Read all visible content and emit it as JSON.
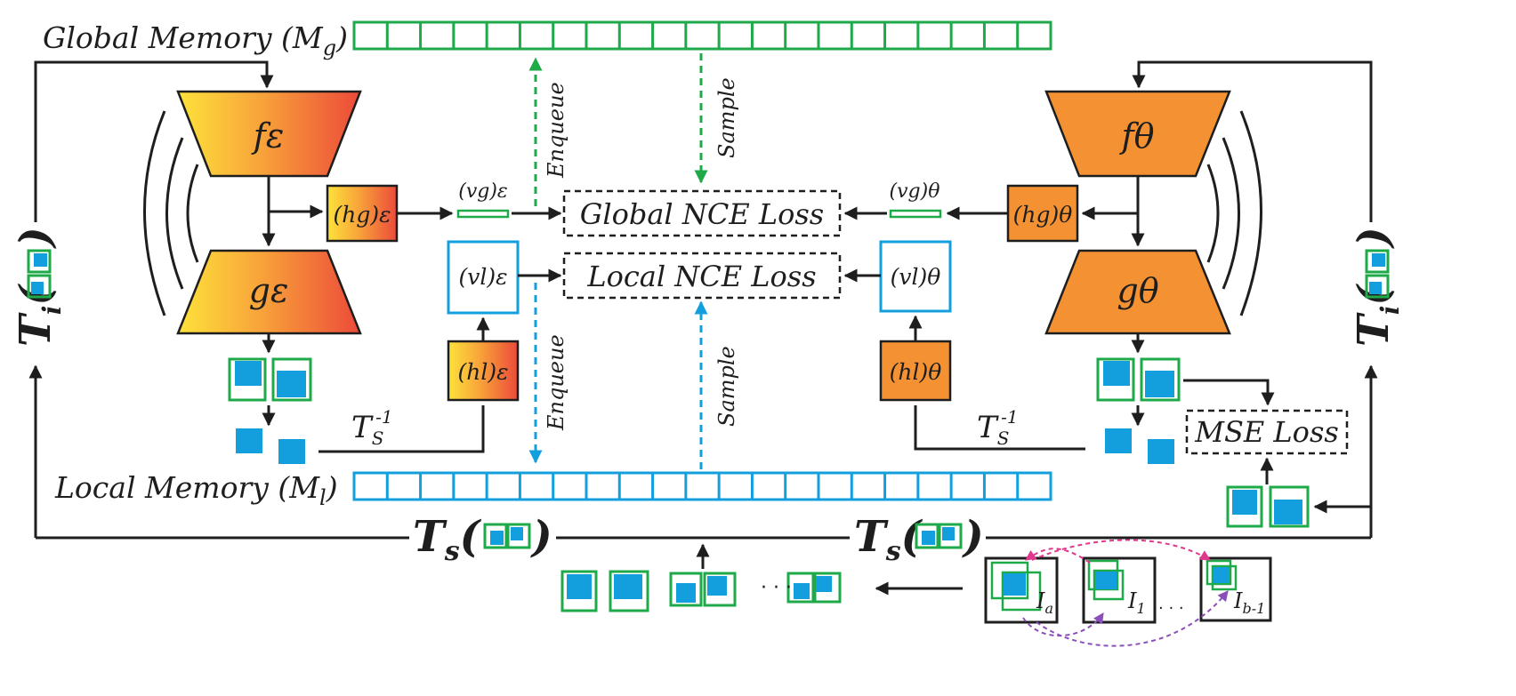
{
  "memory": {
    "global_label": "Global Memory (M",
    "global_sub": "g",
    "local_label": "Local Memory (M",
    "local_sub": "l",
    "cells": 21
  },
  "encoders": {
    "f_eps": "fε",
    "g_eps": "gε",
    "f_theta": "fθ",
    "g_theta": "gθ"
  },
  "heads": {
    "hg_eps": "(hg)ε",
    "hl_eps": "(hl)ε",
    "hg_theta": "(hg)θ",
    "hl_theta": "(hl)θ"
  },
  "vectors": {
    "vg_eps": "(vg)ε",
    "vl_eps": "(vl)ε",
    "vg_theta": "(vg)θ",
    "vl_theta": "(vl)θ"
  },
  "losses": {
    "global": "Global NCE Loss",
    "local": "Local NCE Loss",
    "mse": "MSE Loss"
  },
  "arrows": {
    "enqueue": "Enqueue",
    "sample": "Sample"
  },
  "transforms": {
    "ti": "T",
    "ti_sub": "i",
    "ts": "T",
    "ts_sub": "s",
    "inv": "T",
    "inv_sub": "S",
    "inv_sup": "-1"
  },
  "images": {
    "ia": "I",
    "ia_sub": "a",
    "i1": "I",
    "i1_sub": "1",
    "ib": "I",
    "ib_sub": "b-1"
  },
  "ellipsis": "· · ·",
  "colors": {
    "green": "#1faa4a",
    "blue": "#139fdd",
    "orange": "#f49233",
    "dark": "#1e1e1e",
    "pink": "#e0388c",
    "purple": "#8a4fb8"
  }
}
